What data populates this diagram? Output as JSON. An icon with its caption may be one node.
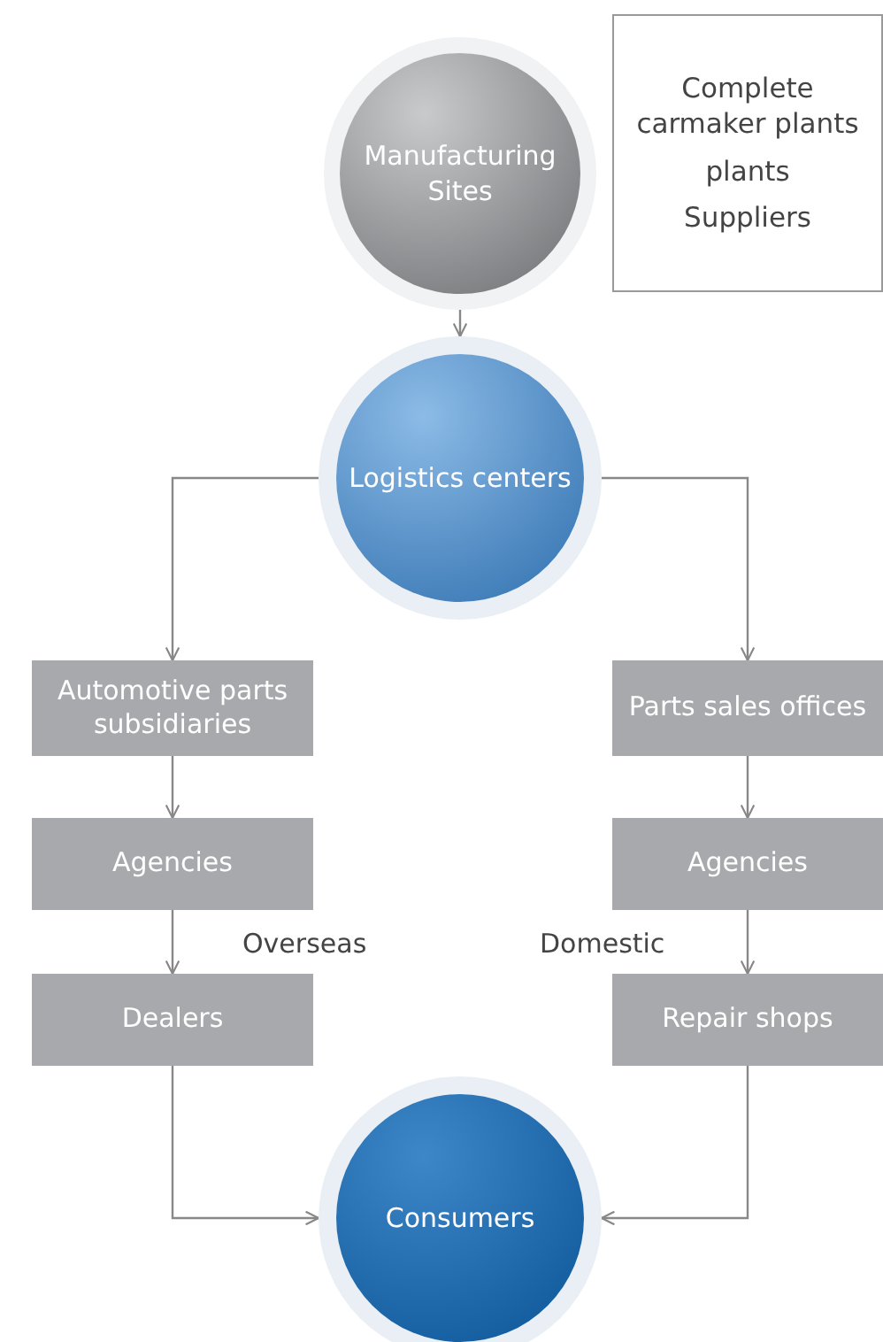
{
  "diagram": {
    "nodes": [
      {
        "text": [
          "Manufacturing Sites"
        ]
      },
      {
        "text": [
          "Complete carmaker plants",
          "plants",
          "Suppliers"
        ]
      },
      {
        "text": [
          "Logistics centers"
        ]
      },
      {
        "text": [
          "Automotive parts subsidiaries"
        ]
      },
      {
        "text": [
          "Parts sales offices"
        ]
      },
      {
        "text": [
          "Agencies"
        ]
      },
      {
        "text": [
          "Agencies"
        ]
      },
      {
        "text": [
          "Dealers"
        ]
      },
      {
        "text": [
          "Repair shops"
        ]
      },
      {
        "text": [
          "Consumers"
        ]
      }
    ],
    "edges": [
      {
        "from": 0,
        "to": 2,
        "arrow": "to"
      },
      {
        "from": 2,
        "to": 3,
        "arrow": "to"
      },
      {
        "from": 2,
        "to": 4,
        "arrow": "to"
      },
      {
        "from": 3,
        "to": 5,
        "arrow": "to"
      },
      {
        "from": 4,
        "to": 6,
        "arrow": "to"
      },
      {
        "from": 5,
        "to": 7,
        "arrow": "to"
      },
      {
        "from": 6,
        "to": 8,
        "arrow": "to"
      },
      {
        "from": 7,
        "to": 9,
        "arrow": "to"
      },
      {
        "from": 8,
        "to": 9,
        "arrow": "to"
      }
    ],
    "labels": [
      "Overseas",
      "Domestic"
    ]
  }
}
